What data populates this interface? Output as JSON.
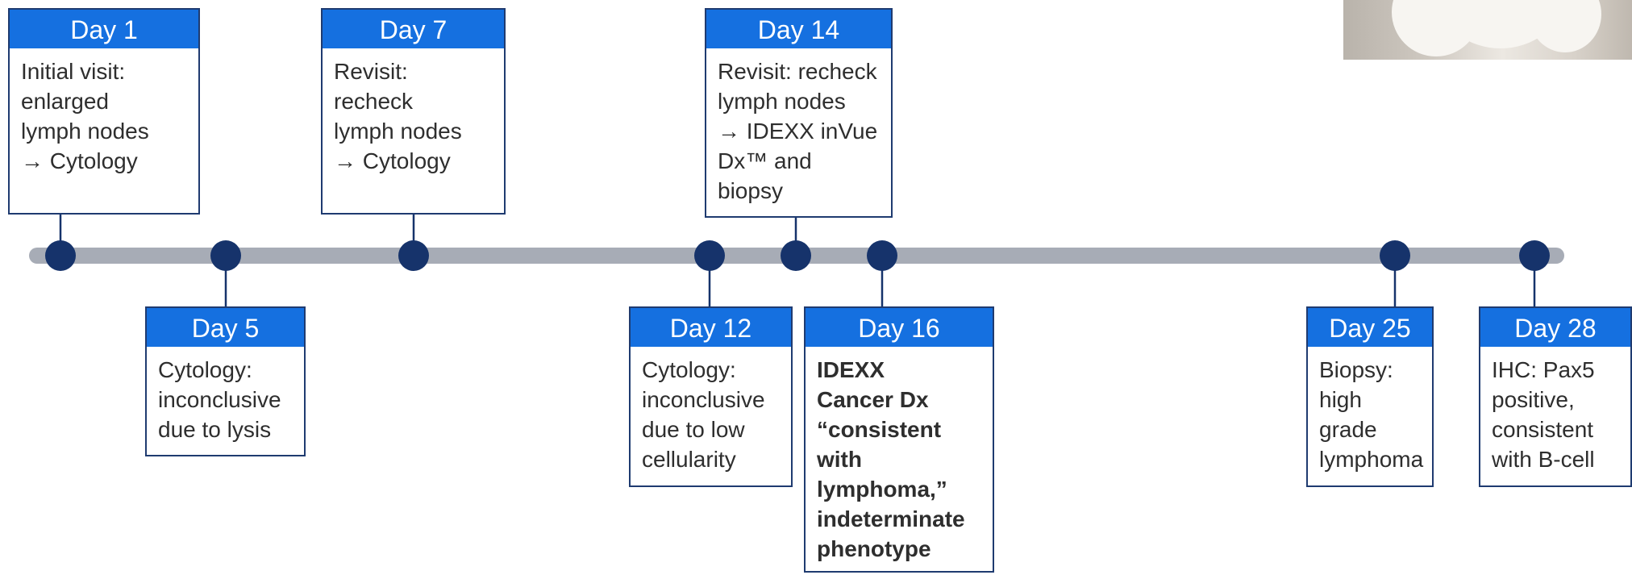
{
  "photo": {
    "description_icon": "dog-photo"
  },
  "colors": {
    "track": "#a7acb6",
    "dot": "#16336b",
    "header": "#1570e0",
    "border": "#1f3b70"
  },
  "events": [
    {
      "day": "Day 1",
      "text": "Initial visit:\nenlarged\nlymph nodes\n→ Cytology",
      "bold": false
    },
    {
      "day": "Day 5",
      "text": "Cytology:\ninconclusive\ndue to lysis",
      "bold": false
    },
    {
      "day": "Day 7",
      "text": "Revisit:\nrecheck\nlymph nodes\n→ Cytology",
      "bold": false
    },
    {
      "day": "Day 12",
      "text": "Cytology:\ninconclusive\ndue to low\ncellularity",
      "bold": false
    },
    {
      "day": "Day 14",
      "text": "Revisit: recheck\nlymph nodes\n→ IDEXX inVue\nDx™ and\nbiopsy",
      "bold": false
    },
    {
      "day": "Day 16",
      "text": "IDEXX\nCancer Dx\n“consistent\nwith\nlymphoma,”\nindeterminate\nphenotype",
      "bold": true
    },
    {
      "day": "Day 25",
      "text": "Biopsy: high\ngrade\nlymphoma",
      "bold": false
    },
    {
      "day": "Day 28",
      "text": "IHC: Pax5\npositive,\nconsistent\nwith B-cell",
      "bold": false
    }
  ]
}
